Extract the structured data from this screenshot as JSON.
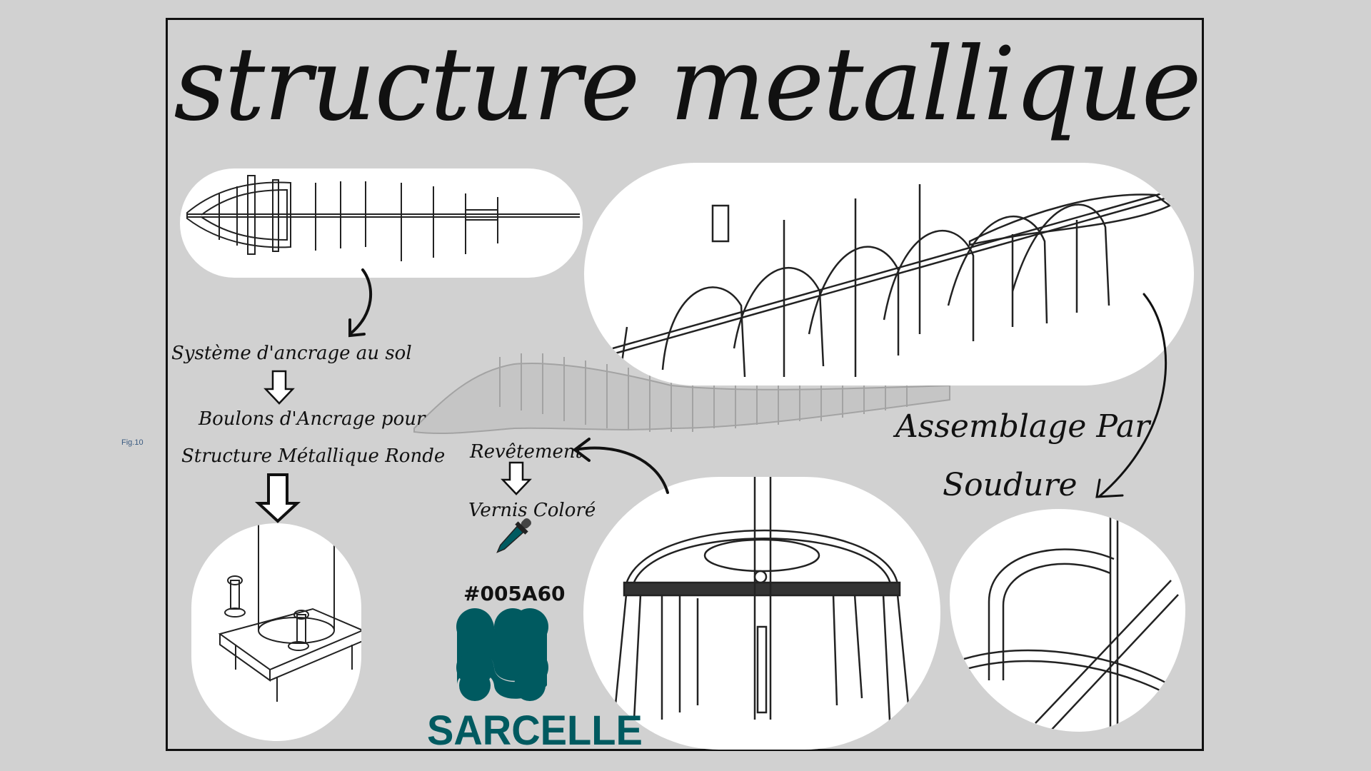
{
  "title": "structure metallique",
  "figure_label": "Fig.10",
  "labels": {
    "anchor_system": "Système d'ancrage au sol",
    "bolts_line1": "Boulons d'Ancrage pour",
    "bolts_line2": "Structure Métallique Ronde",
    "coating": "Revêtement",
    "varnish": "Vernis Coloré",
    "assembly_line1": "Assemblage Par",
    "assembly_line2": "Soudure"
  },
  "color": {
    "hex_label": "#005A60",
    "swatch": "#005a60",
    "brand_name": "SARCELLE"
  },
  "icons": [
    "dropper-icon",
    "hand-arrow-icon",
    "outline-down-arrow-icon",
    "wave-pattern-logo"
  ]
}
